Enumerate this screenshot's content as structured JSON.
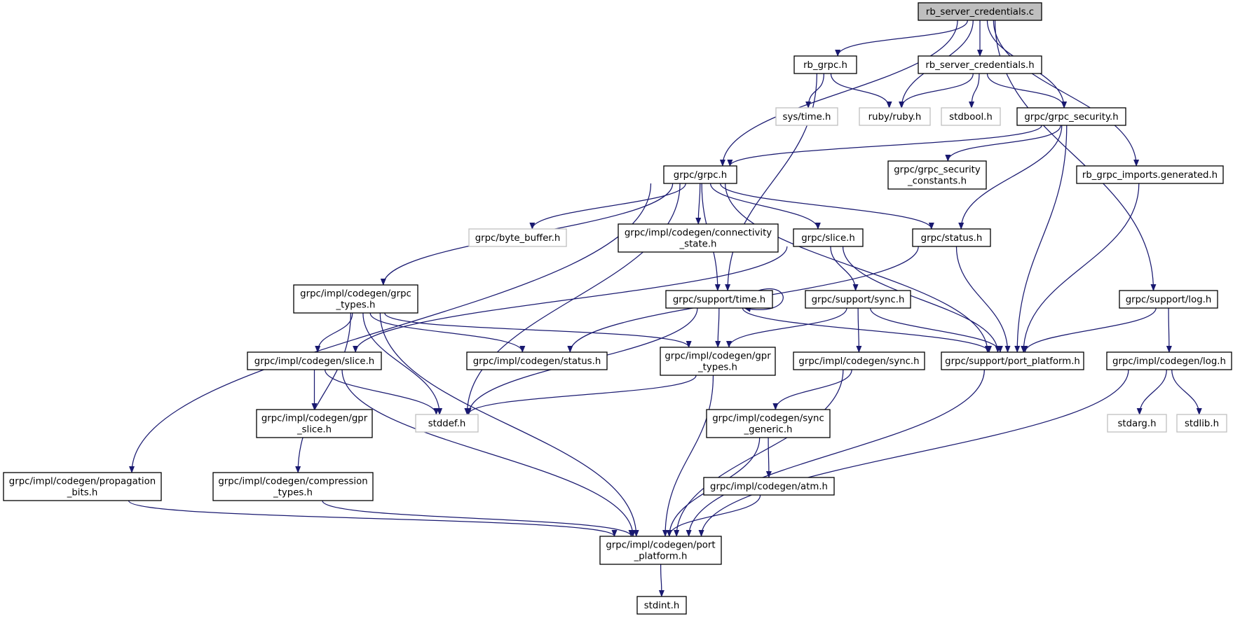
{
  "colors": {
    "edge": "#191970",
    "root_fill": "#bfbfbf",
    "external_border": "#bfbfbf",
    "node_border": "#000000"
  },
  "nodes": [
    {
      "id": "root",
      "lines": [
        "rb_server_credentials.c"
      ],
      "style": "root"
    },
    {
      "id": "rb_grpc",
      "lines": [
        "rb_grpc.h"
      ],
      "style": "normal"
    },
    {
      "id": "rb_server_cred_h",
      "lines": [
        "rb_server_credentials.h"
      ],
      "style": "normal"
    },
    {
      "id": "sys_time",
      "lines": [
        "sys/time.h"
      ],
      "style": "external"
    },
    {
      "id": "ruby",
      "lines": [
        "ruby/ruby.h"
      ],
      "style": "external"
    },
    {
      "id": "stdbool",
      "lines": [
        "stdbool.h"
      ],
      "style": "external"
    },
    {
      "id": "grpc_security",
      "lines": [
        "grpc/grpc_security.h"
      ],
      "style": "normal"
    },
    {
      "id": "grpc_h",
      "lines": [
        "grpc/grpc.h"
      ],
      "style": "normal"
    },
    {
      "id": "sec_constants",
      "lines": [
        "grpc/grpc_security",
        "_constants.h"
      ],
      "style": "normal"
    },
    {
      "id": "imports_gen",
      "lines": [
        "rb_grpc_imports.generated.h"
      ],
      "style": "normal"
    },
    {
      "id": "byte_buffer",
      "lines": [
        "grpc/byte_buffer.h"
      ],
      "style": "external"
    },
    {
      "id": "connectivity",
      "lines": [
        "grpc/impl/codegen/connectivity",
        "_state.h"
      ],
      "style": "normal"
    },
    {
      "id": "slice_h",
      "lines": [
        "grpc/slice.h"
      ],
      "style": "normal"
    },
    {
      "id": "status_h",
      "lines": [
        "grpc/status.h"
      ],
      "style": "normal"
    },
    {
      "id": "grpc_types",
      "lines": [
        "grpc/impl/codegen/grpc",
        "_types.h"
      ],
      "style": "normal"
    },
    {
      "id": "support_time",
      "lines": [
        "grpc/support/time.h"
      ],
      "style": "normal"
    },
    {
      "id": "support_sync",
      "lines": [
        "grpc/support/sync.h"
      ],
      "style": "normal"
    },
    {
      "id": "support_log",
      "lines": [
        "grpc/support/log.h"
      ],
      "style": "normal"
    },
    {
      "id": "codegen_slice",
      "lines": [
        "grpc/impl/codegen/slice.h"
      ],
      "style": "normal"
    },
    {
      "id": "codegen_status",
      "lines": [
        "grpc/impl/codegen/status.h"
      ],
      "style": "normal"
    },
    {
      "id": "gpr_types",
      "lines": [
        "grpc/impl/codegen/gpr",
        "_types.h"
      ],
      "style": "normal"
    },
    {
      "id": "codegen_sync",
      "lines": [
        "grpc/impl/codegen/sync.h"
      ],
      "style": "normal"
    },
    {
      "id": "support_port",
      "lines": [
        "grpc/support/port_platform.h"
      ],
      "style": "normal"
    },
    {
      "id": "codegen_log",
      "lines": [
        "grpc/impl/codegen/log.h"
      ],
      "style": "normal"
    },
    {
      "id": "gpr_slice",
      "lines": [
        "grpc/impl/codegen/gpr",
        "_slice.h"
      ],
      "style": "normal"
    },
    {
      "id": "stddef",
      "lines": [
        "stddef.h"
      ],
      "style": "external"
    },
    {
      "id": "sync_generic",
      "lines": [
        "grpc/impl/codegen/sync",
        "_generic.h"
      ],
      "style": "normal"
    },
    {
      "id": "stdarg",
      "lines": [
        "stdarg.h"
      ],
      "style": "external"
    },
    {
      "id": "stdlib",
      "lines": [
        "stdlib.h"
      ],
      "style": "external"
    },
    {
      "id": "propagation",
      "lines": [
        "grpc/impl/codegen/propagation",
        "_bits.h"
      ],
      "style": "normal"
    },
    {
      "id": "compression",
      "lines": [
        "grpc/impl/codegen/compression",
        "_types.h"
      ],
      "style": "normal"
    },
    {
      "id": "atm",
      "lines": [
        "grpc/impl/codegen/atm.h"
      ],
      "style": "normal"
    },
    {
      "id": "codegen_port",
      "lines": [
        "grpc/impl/codegen/port",
        "_platform.h"
      ],
      "style": "normal"
    },
    {
      "id": "stdint",
      "lines": [
        "stdint.h"
      ],
      "style": "normal"
    }
  ],
  "edges": [
    [
      "root",
      "rb_grpc"
    ],
    [
      "root",
      "rb_server_cred_h"
    ],
    [
      "root",
      "ruby"
    ],
    [
      "root",
      "grpc_h"
    ],
    [
      "root",
      "grpc_security"
    ],
    [
      "root",
      "imports_gen"
    ],
    [
      "root",
      "support_log"
    ],
    [
      "rb_grpc",
      "sys_time"
    ],
    [
      "rb_grpc",
      "ruby"
    ],
    [
      "rb_grpc",
      "support_time"
    ],
    [
      "rb_server_cred_h",
      "ruby"
    ],
    [
      "rb_server_cred_h",
      "stdbool"
    ],
    [
      "rb_server_cred_h",
      "grpc_security"
    ],
    [
      "grpc_security",
      "grpc_h"
    ],
    [
      "grpc_security",
      "sec_constants"
    ],
    [
      "grpc_security",
      "status_h"
    ],
    [
      "grpc_security",
      "support_port"
    ],
    [
      "imports_gen",
      "support_port"
    ],
    [
      "grpc_h",
      "byte_buffer"
    ],
    [
      "grpc_h",
      "connectivity"
    ],
    [
      "grpc_h",
      "slice_h"
    ],
    [
      "grpc_h",
      "status_h"
    ],
    [
      "grpc_h",
      "support_port"
    ],
    [
      "grpc_h",
      "grpc_types"
    ],
    [
      "grpc_h",
      "support_time"
    ],
    [
      "grpc_h",
      "stddef"
    ],
    [
      "grpc_h",
      "propagation"
    ],
    [
      "slice_h",
      "codegen_slice"
    ],
    [
      "slice_h",
      "support_sync"
    ],
    [
      "slice_h",
      "support_port"
    ],
    [
      "status_h",
      "codegen_status"
    ],
    [
      "status_h",
      "support_port"
    ],
    [
      "grpc_types",
      "codegen_slice"
    ],
    [
      "grpc_types",
      "codegen_status"
    ],
    [
      "grpc_types",
      "gpr_types"
    ],
    [
      "grpc_types",
      "stddef"
    ],
    [
      "grpc_types",
      "compression"
    ],
    [
      "grpc_types",
      "codegen_port"
    ],
    [
      "support_time",
      "support_time"
    ],
    [
      "support_time",
      "gpr_types"
    ],
    [
      "support_time",
      "stddef"
    ],
    [
      "support_time",
      "support_port"
    ],
    [
      "support_sync",
      "gpr_types"
    ],
    [
      "support_sync",
      "codegen_sync"
    ],
    [
      "support_sync",
      "support_port"
    ],
    [
      "support_log",
      "support_port"
    ],
    [
      "support_log",
      "codegen_log"
    ],
    [
      "codegen_slice",
      "gpr_slice"
    ],
    [
      "codegen_slice",
      "stddef"
    ],
    [
      "codegen_slice",
      "codegen_port"
    ],
    [
      "gpr_types",
      "stddef"
    ],
    [
      "gpr_types",
      "codegen_port"
    ],
    [
      "codegen_sync",
      "sync_generic"
    ],
    [
      "codegen_sync",
      "codegen_port"
    ],
    [
      "support_port",
      "codegen_port"
    ],
    [
      "codegen_log",
      "stdarg"
    ],
    [
      "codegen_log",
      "stdlib"
    ],
    [
      "codegen_log",
      "codegen_port"
    ],
    [
      "sync_generic",
      "atm"
    ],
    [
      "sync_generic",
      "codegen_port"
    ],
    [
      "atm",
      "codegen_port"
    ],
    [
      "propagation",
      "codegen_port"
    ],
    [
      "compression",
      "codegen_port"
    ],
    [
      "codegen_port",
      "stdint"
    ]
  ]
}
